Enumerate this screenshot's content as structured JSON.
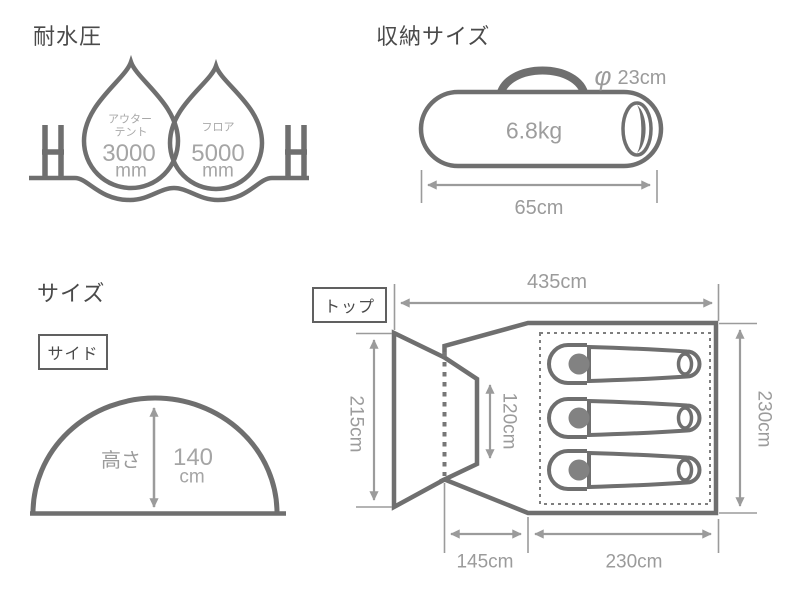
{
  "water_resistance": {
    "heading": "耐水圧",
    "outer_tent_label_1": "アウター",
    "outer_tent_label_2": "テント",
    "outer_tent_value": "3000",
    "outer_tent_unit": "mm",
    "floor_label": "フロア",
    "floor_value": "5000",
    "floor_unit": "mm"
  },
  "packed_size": {
    "heading": "収納サイズ",
    "diameter_symbol": "φ",
    "diameter_value": "23cm",
    "weight": "6.8kg",
    "length": "65cm"
  },
  "size": {
    "heading": "サイズ",
    "side_view_label": "サイド",
    "top_view_label": "トップ",
    "height_label": "高さ",
    "height_value": "140",
    "height_unit": "cm"
  },
  "top_view": {
    "total_length": "435cm",
    "flap_width": "215cm",
    "door_height": "120cm",
    "inner_width": "230cm",
    "vestibule_depth": "145cm",
    "inner_depth": "230cm"
  },
  "colors": {
    "outline": "#6f6f6f",
    "dimension": "#9b9b9b",
    "text_dark": "#4a4a4a",
    "text_light": "#a5a5a5"
  }
}
